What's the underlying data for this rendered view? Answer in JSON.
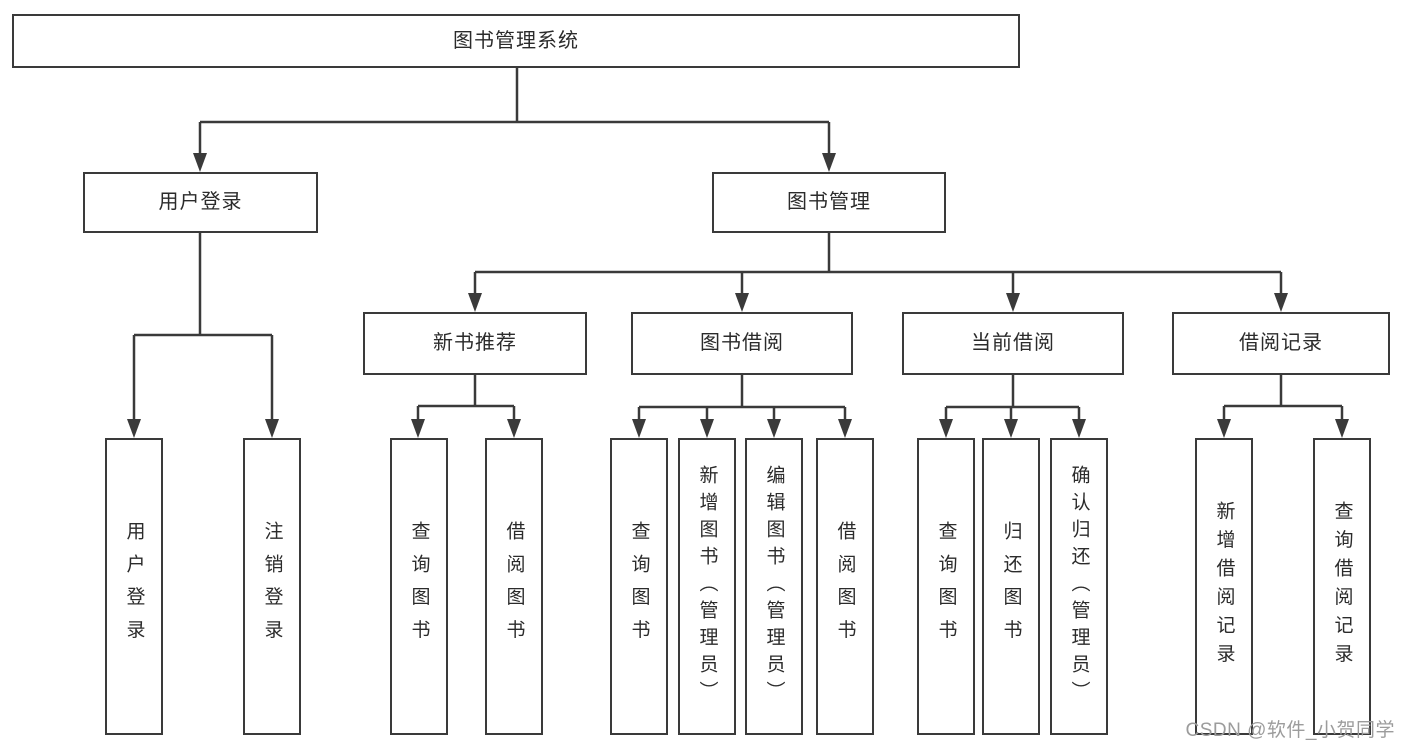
{
  "tree": {
    "label": "图书管理系统",
    "children": [
      {
        "label": "用户登录",
        "children": [
          {
            "label": "用户登录"
          },
          {
            "label": "注销登录"
          }
        ]
      },
      {
        "label": "图书管理",
        "children": [
          {
            "label": "新书推荐",
            "children": [
              {
                "label": "查询图书"
              },
              {
                "label": "借阅图书"
              }
            ]
          },
          {
            "label": "图书借阅",
            "children": [
              {
                "label": "查询图书"
              },
              {
                "label": "新增图书（管理员）"
              },
              {
                "label": "编辑图书（管理员）"
              },
              {
                "label": "借阅图书"
              }
            ]
          },
          {
            "label": "当前借阅",
            "children": [
              {
                "label": "查询图书"
              },
              {
                "label": "归还图书"
              },
              {
                "label": "确认归还（管理员）"
              }
            ]
          },
          {
            "label": "借阅记录",
            "children": [
              {
                "label": "新增借阅记录"
              },
              {
                "label": "查询借阅记录"
              }
            ]
          }
        ]
      }
    ]
  },
  "watermark": {
    "text": "CSDN @软件_小贺同学"
  },
  "colors": {
    "line": "#3a3a3a",
    "text": "#2b2b2b",
    "box_background": "#ffffff",
    "watermark": "#9c9c9c"
  }
}
